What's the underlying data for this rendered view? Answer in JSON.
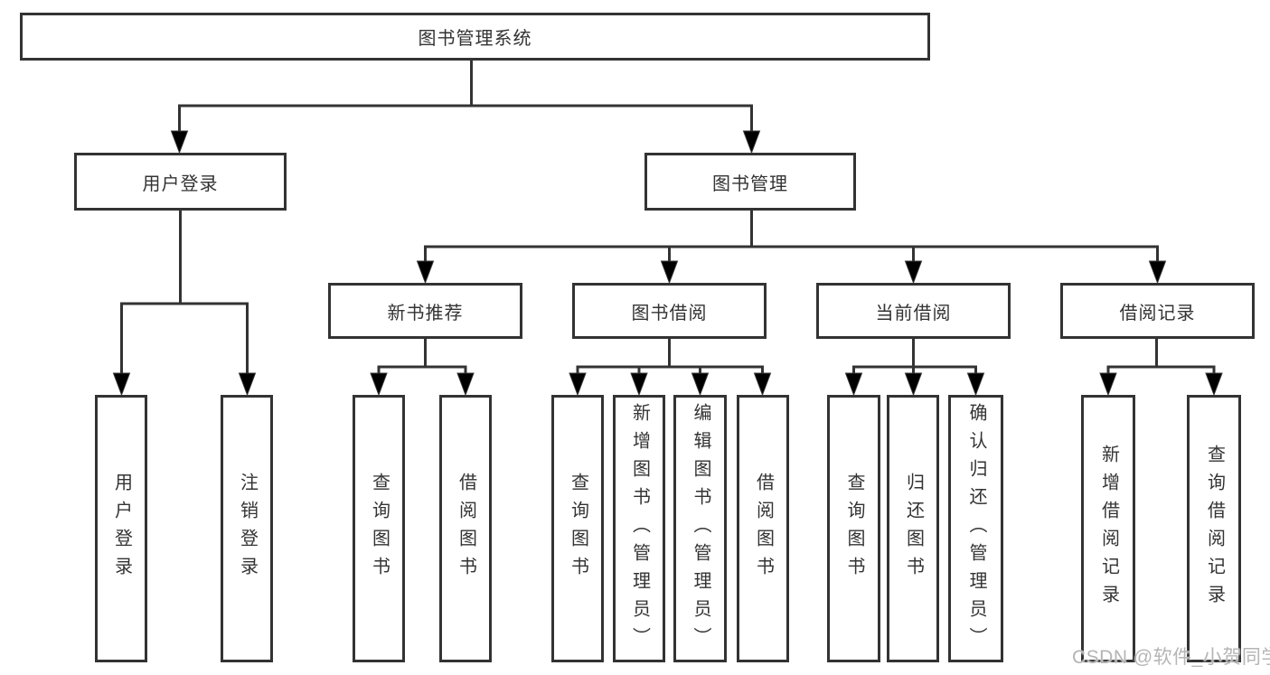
{
  "diagram": {
    "root": "图书管理系统",
    "level2": {
      "user_login": "用户登录",
      "book_mgmt": "图书管理"
    },
    "modules": {
      "new_books": "新书推荐",
      "book_borrow": "图书借阅",
      "current_borrow": "当前借阅",
      "borrow_records": "借阅记录"
    },
    "groups": {
      "user_login": [
        "用户登录",
        "注销登录"
      ],
      "new_books": [
        "查询图书",
        "借阅图书"
      ],
      "book_borrow": [
        "查询图书",
        "新增图书（管理员）",
        "编辑图书（管理员）",
        "借阅图书"
      ],
      "current_borrow": [
        "查询图书",
        "归还图书",
        "确认归还（管理员）"
      ],
      "borrow_records": [
        "新增借阅记录",
        "查询借阅记录"
      ]
    }
  },
  "watermark": "CSDN @软件_小贺同学",
  "colors": {
    "line": "#333333",
    "text": "#333333",
    "background": "#ffffff",
    "watermark": "#b5b5b5"
  }
}
